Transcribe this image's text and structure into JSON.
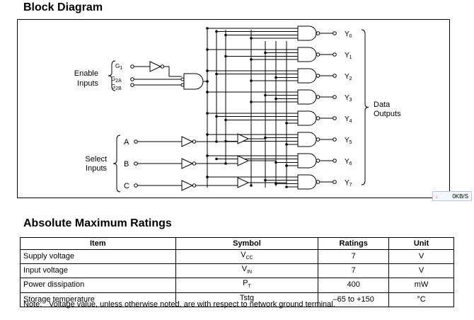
{
  "block_diagram": {
    "title": "Block Diagram",
    "enable_label": [
      "Enable",
      "Inputs"
    ],
    "enable_pins": [
      {
        "main": "G",
        "sub": "1"
      },
      {
        "main": "G",
        "sub": "2A"
      },
      {
        "main": "G",
        "sub": "2B"
      }
    ],
    "select_label": [
      "Select",
      "Inputs"
    ],
    "select_pins": [
      "A",
      "B",
      "C"
    ],
    "outputs": [
      {
        "main": "Y",
        "sub": "0"
      },
      {
        "main": "Y",
        "sub": "1"
      },
      {
        "main": "Y",
        "sub": "2"
      },
      {
        "main": "Y",
        "sub": "3"
      },
      {
        "main": "Y",
        "sub": "4"
      },
      {
        "main": "Y",
        "sub": "5"
      },
      {
        "main": "Y",
        "sub": "6"
      },
      {
        "main": "Y",
        "sub": "7"
      }
    ],
    "data_outputs_label": [
      "Data",
      "Outputs"
    ]
  },
  "speed_badge": {
    "value": "0KB/S",
    "icon": "download-arrow-icon"
  },
  "ratings": {
    "title": "Absolute Maximum Ratings",
    "headers": [
      "Item",
      "Symbol",
      "Ratings",
      "Unit"
    ],
    "rows": [
      {
        "item": "Supply voltage",
        "symbol": "V",
        "symbol_sub": "CC",
        "rating": "7",
        "unit": "V"
      },
      {
        "item": "Input voltage",
        "symbol": "V",
        "symbol_sub": "IN",
        "rating": "7",
        "unit": "V"
      },
      {
        "item": "Power dissipation",
        "symbol": "P",
        "symbol_sub": "T",
        "rating": "400",
        "unit": "mW"
      },
      {
        "item": "Storage temperature",
        "symbol": "Tstg",
        "symbol_sub": "",
        "rating": "–65 to +150",
        "unit": "°C"
      }
    ],
    "note_label": "Note:",
    "note_text": "Voltage value, unless otherwise noted, are with respect to network ground terminal."
  }
}
